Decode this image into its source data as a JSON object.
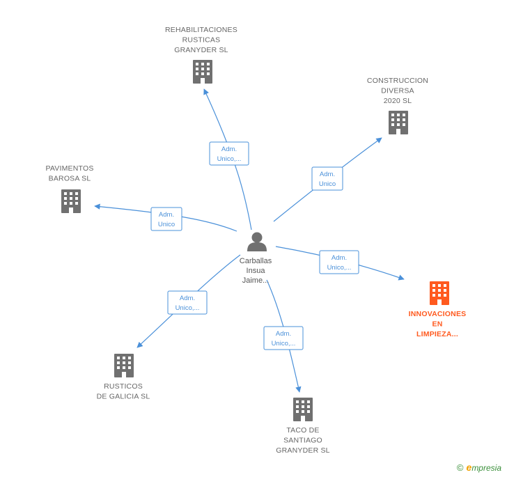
{
  "center": {
    "name_lines": [
      "Carballas",
      "Insua",
      "Jaime..."
    ],
    "icon": "person-icon"
  },
  "companies": [
    {
      "id": "rehabilitaciones",
      "lines": [
        "REHABILITACIONES",
        "RUSTICAS",
        "GRANYDER  SL"
      ],
      "highlight": false,
      "relation": [
        "Adm.",
        "Unico,..."
      ]
    },
    {
      "id": "construccion",
      "lines": [
        "CONSTRUCCION",
        "DIVERSA",
        "2020  SL"
      ],
      "highlight": false,
      "relation": [
        "Adm.",
        "Unico"
      ]
    },
    {
      "id": "pavimentos",
      "lines": [
        "PAVIMENTOS",
        "BAROSA SL"
      ],
      "highlight": false,
      "relation": [
        "Adm.",
        "Unico"
      ]
    },
    {
      "id": "innovaciones",
      "lines": [
        "INNOVACIONES",
        "EN",
        "LIMPIEZA..."
      ],
      "highlight": true,
      "relation": [
        "Adm.",
        "Unico,..."
      ]
    },
    {
      "id": "rusticos",
      "lines": [
        "RUSTICOS",
        "DE GALICIA SL"
      ],
      "highlight": false,
      "relation": [
        "Adm.",
        "Unico,..."
      ]
    },
    {
      "id": "taco",
      "lines": [
        "TACO DE",
        "SANTIAGO",
        "GRANYDER  SL"
      ],
      "highlight": false,
      "relation": [
        "Adm.",
        "Unico,..."
      ]
    }
  ],
  "footer": {
    "copyright": "©",
    "brand_initial": "e",
    "brand_rest": "mpresia"
  },
  "colors": {
    "edge": "#4a90d9",
    "building": "#707070",
    "highlight": "#ff5a1f",
    "label": "#666666"
  }
}
